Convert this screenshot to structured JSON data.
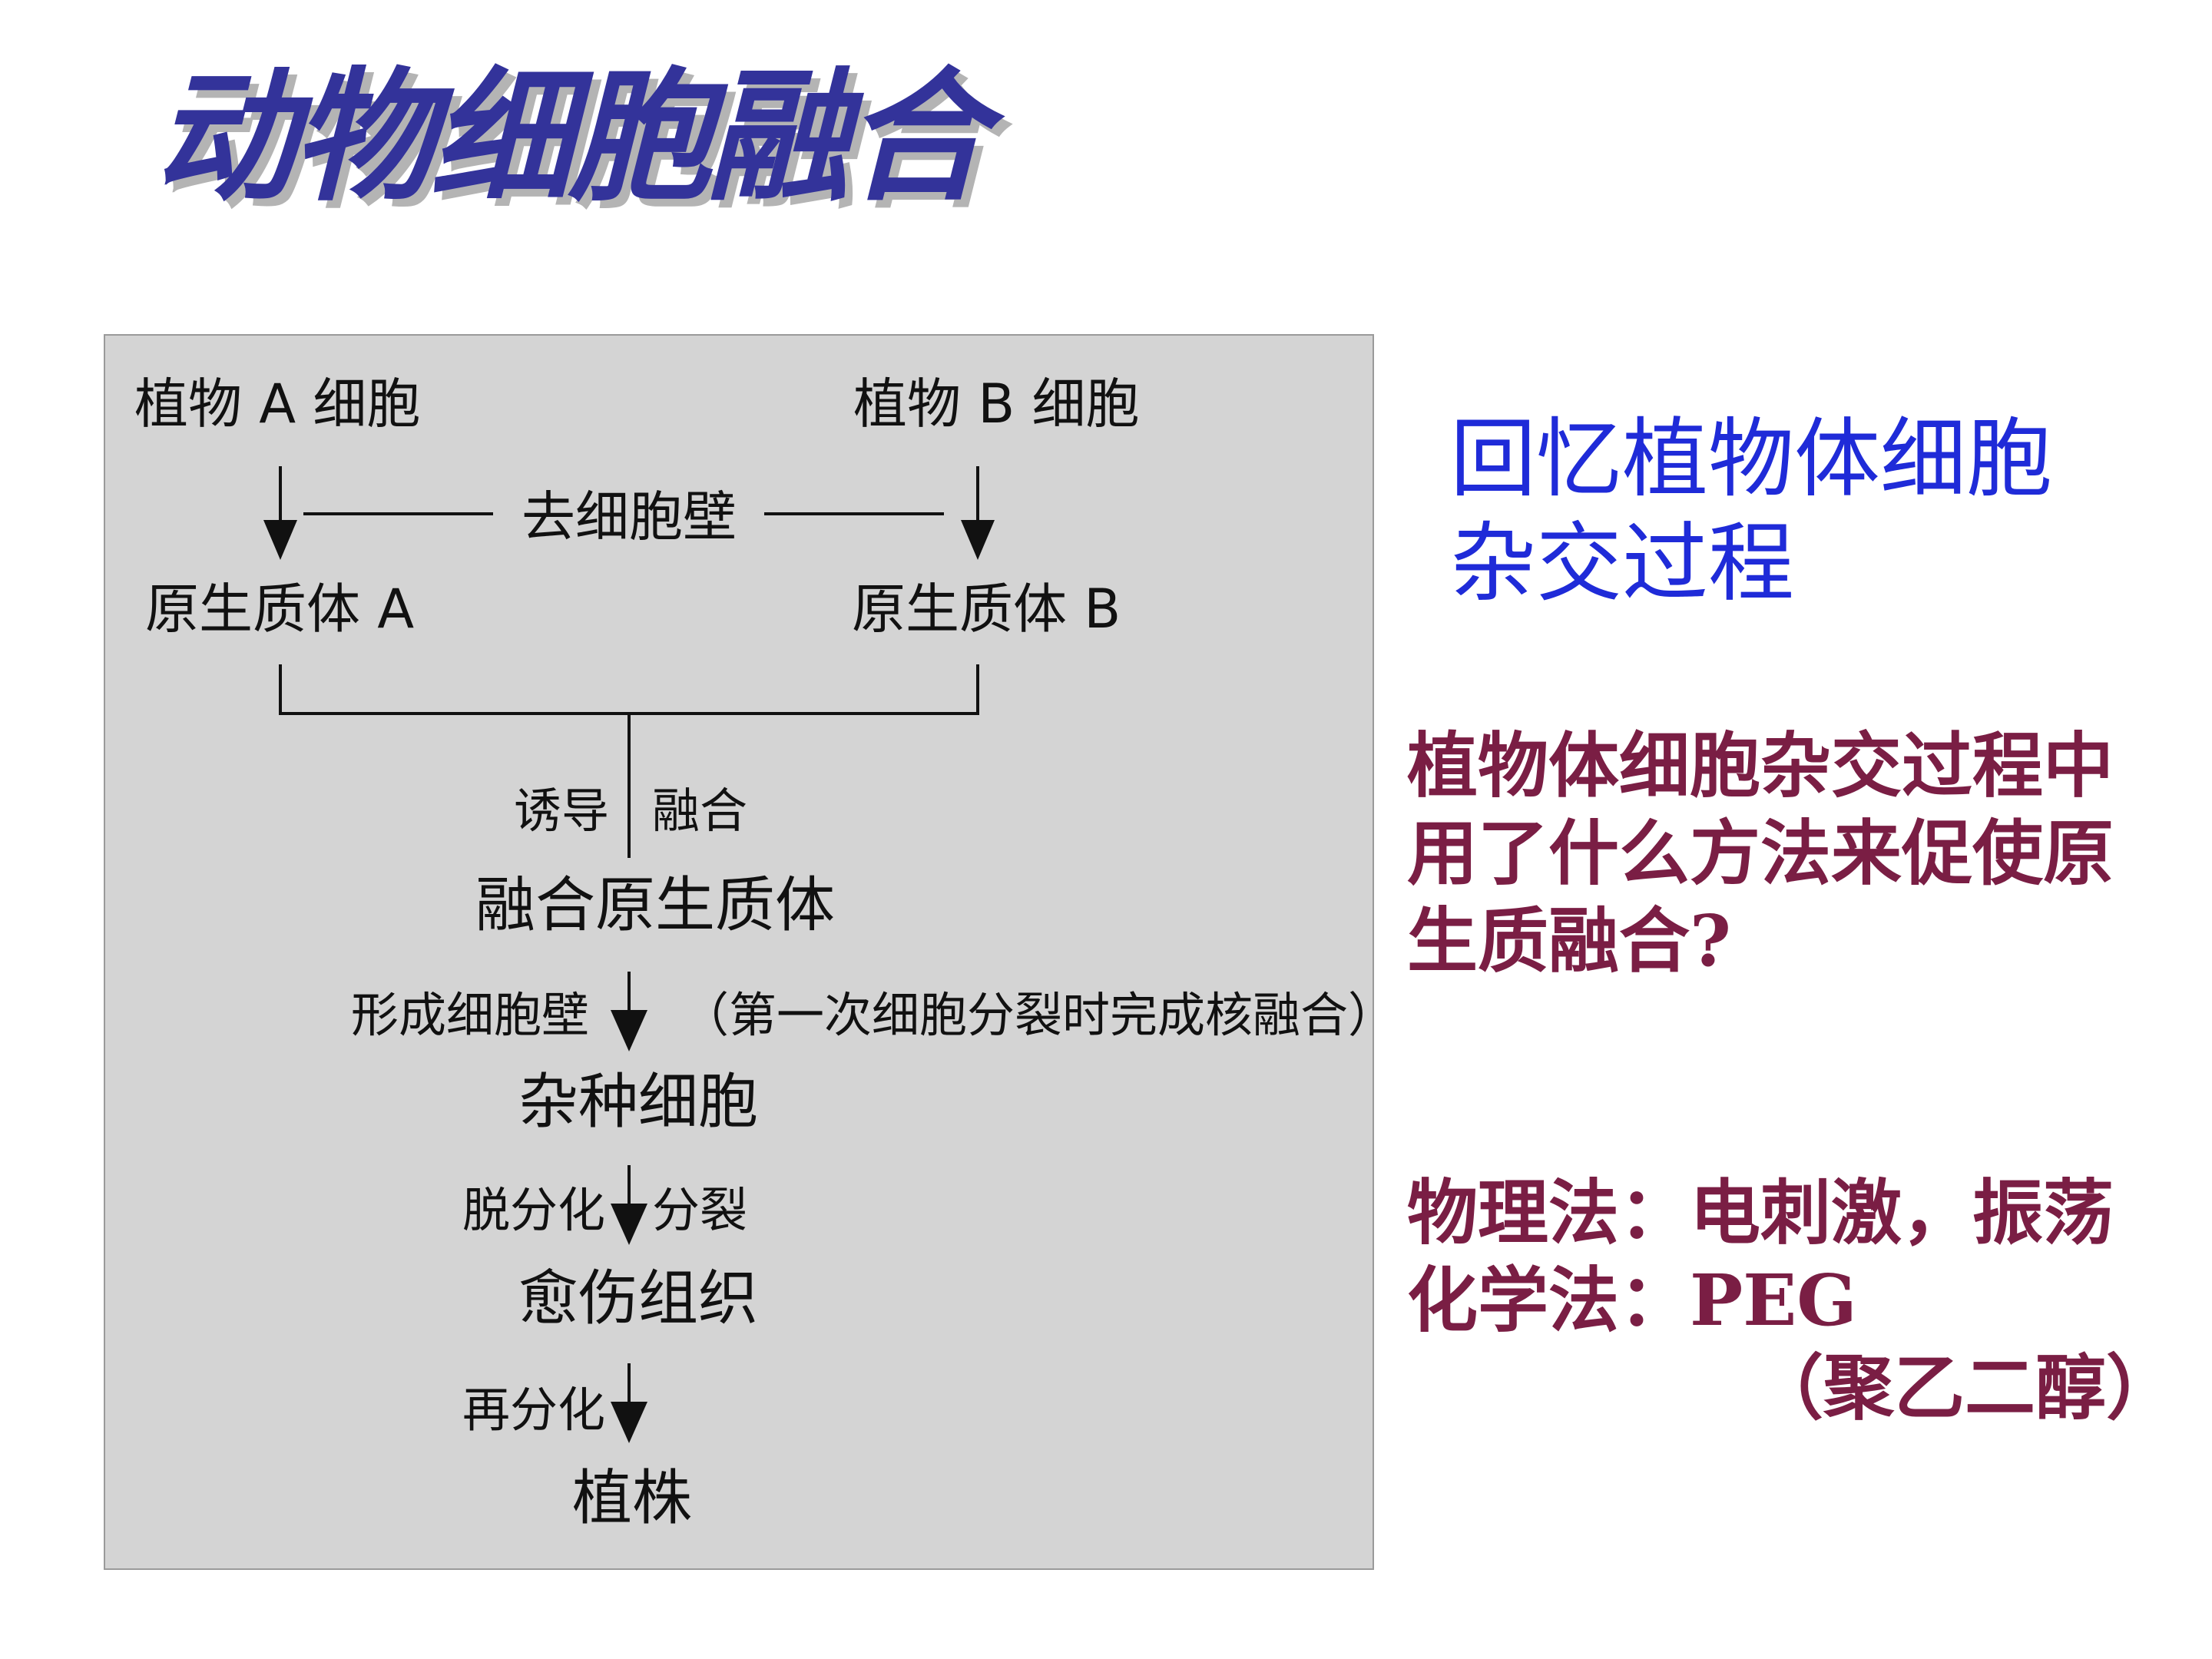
{
  "title": "动物细胞融合",
  "flowchart": {
    "plant_cell_a": "植物 A 细胞",
    "plant_cell_b": "植物 B 细胞",
    "remove_cell_wall": "去细胞壁",
    "protoplast_a": "原生质体 A",
    "protoplast_b": "原生质体 B",
    "induce": "诱导",
    "fuse": "融合",
    "fused_protoplast": "融合原生质体",
    "form_cell_wall": "形成细胞壁",
    "nuclear_fusion_note": "（第一次细胞分裂时完成核融合）",
    "hybrid_cell": "杂种细胞",
    "dedifferentiation": "脱分化",
    "division": "分裂",
    "callus": "愈伤组织",
    "redifferentiation": "再分化",
    "plantlet": "植株"
  },
  "recall_prompt": [
    "回忆植物体细胞",
    "杂交过程"
  ],
  "question": [
    "植物体细胞杂交过程中",
    "用了什么方法来促使原",
    "生质融合?"
  ],
  "answer": {
    "physical": "物理法：电刺激，振荡",
    "chemical": "化学法：PEG",
    "peg_note": "（聚乙二醇）"
  },
  "colors": {
    "title": "#33339a",
    "title_shadow": "#b4b4b4",
    "panel_background": "#d4d4d4",
    "recall_prompt": "#1f2bd8",
    "question": "#7a1e44"
  }
}
